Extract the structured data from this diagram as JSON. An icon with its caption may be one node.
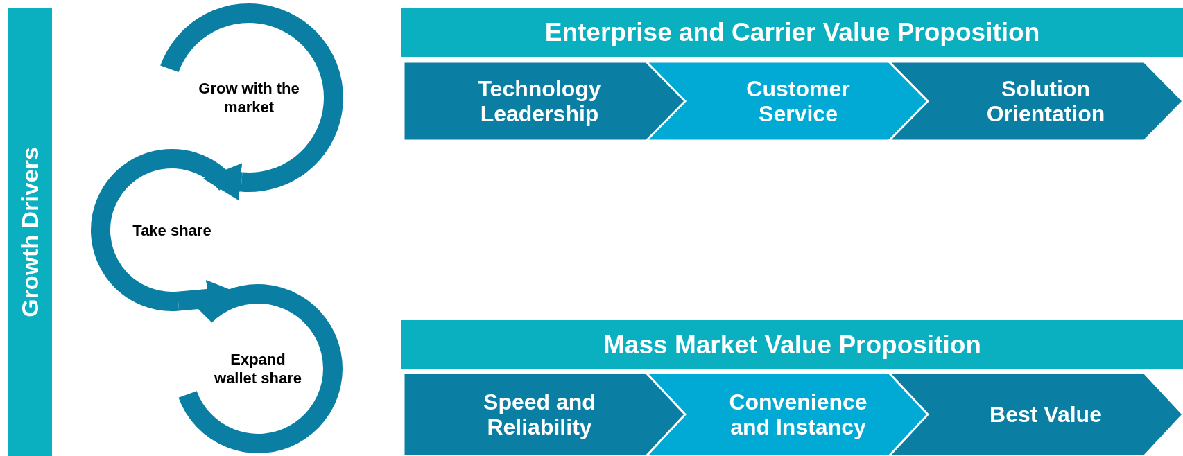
{
  "diagram": {
    "nodes": [
      {
        "text": [
          "Growth Drivers"
        ]
      },
      {
        "text": [
          "Grow with the market"
        ]
      },
      {
        "text": [
          "Take share"
        ]
      },
      {
        "text": [
          "Expand wallet share"
        ]
      },
      {
        "text": [
          "Enterprise and Carrier Value Proposition"
        ]
      },
      {
        "text": [
          "Technology Leadership"
        ]
      },
      {
        "text": [
          "Customer Service"
        ]
      },
      {
        "text": [
          "Solution Orientation"
        ]
      },
      {
        "text": [
          "Mass Market Value Proposition"
        ]
      },
      {
        "text": [
          "Speed and Reliability"
        ]
      },
      {
        "text": [
          "Convenience and Instancy"
        ]
      },
      {
        "text": [
          "Best Value"
        ]
      }
    ],
    "edges": [
      {
        "from": 1,
        "to": 2,
        "arrow": "to"
      },
      {
        "from": 2,
        "to": 3,
        "arrow": "to"
      }
    ]
  }
}
